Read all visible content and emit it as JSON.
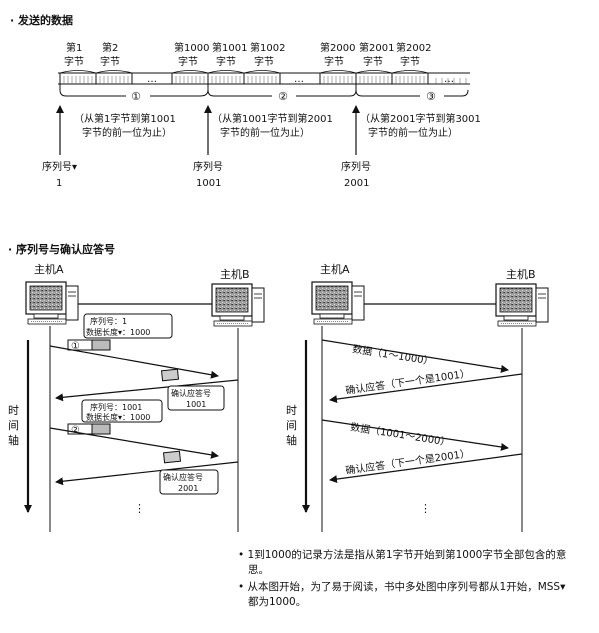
{
  "section1": {
    "title": "· 发送的数据",
    "byte_labels": [
      {
        "line1": "第1",
        "line2": "字节"
      },
      {
        "line1": "第2",
        "line2": "字节"
      },
      {
        "line1": "第1000",
        "line2": "字节"
      },
      {
        "line1": "第1001",
        "line2": "字节"
      },
      {
        "line1": "第1002",
        "line2": "字节"
      },
      {
        "line1": "第2000",
        "line2": "字节"
      },
      {
        "line1": "第2001",
        "line2": "字节"
      },
      {
        "line1": "第2002",
        "line2": "字节"
      }
    ],
    "ellipsis": "…",
    "segments": [
      {
        "num": "①",
        "desc1": "（从第1字节到第1001",
        "desc2": "字节的前一位为止）",
        "seq_label": "序列号▾",
        "seq_value": "1"
      },
      {
        "num": "②",
        "desc1": "（从第1001字节到第2001",
        "desc2": "字节的前一位为止）",
        "seq_label": "序列号",
        "seq_value": "1001"
      },
      {
        "num": "③",
        "desc1": "（从第2001字节到第3001",
        "desc2": "字节的前一位为止）",
        "seq_label": "序列号",
        "seq_value": "2001"
      }
    ]
  },
  "section2": {
    "title": "· 序列号与确认应答号",
    "left": {
      "host_a": "主机A",
      "host_b": "主机B",
      "time_axis": "时间轴",
      "packets": [
        {
          "num": "①",
          "line1": "序列号：1",
          "line2": "数据长度▾：1000"
        },
        {
          "num": "②",
          "line1": "序列号：1001",
          "line2": "数据长度▾：1000"
        }
      ],
      "acks": [
        {
          "line1": "确认应答号",
          "line2": "1001"
        },
        {
          "line1": "确认应答号",
          "line2": "2001"
        }
      ],
      "dots": "⋮"
    },
    "right": {
      "host_a": "主机A",
      "host_b": "主机B",
      "time_axis": "时间轴",
      "messages": [
        "数据（1～1000）",
        "确认应答（下一个是1001）",
        "数据（1001～2000）",
        "确认应答（下一个是2001）"
      ],
      "dots": "⋮"
    }
  },
  "notes": [
    "• 1到1000的记录方法是指从第1字节开始到第1000字节全部包含的意思。",
    "• 从本图开始，为了易于阅读，书中多处图中序列号都从1开始，MSS▾都为1000。"
  ]
}
